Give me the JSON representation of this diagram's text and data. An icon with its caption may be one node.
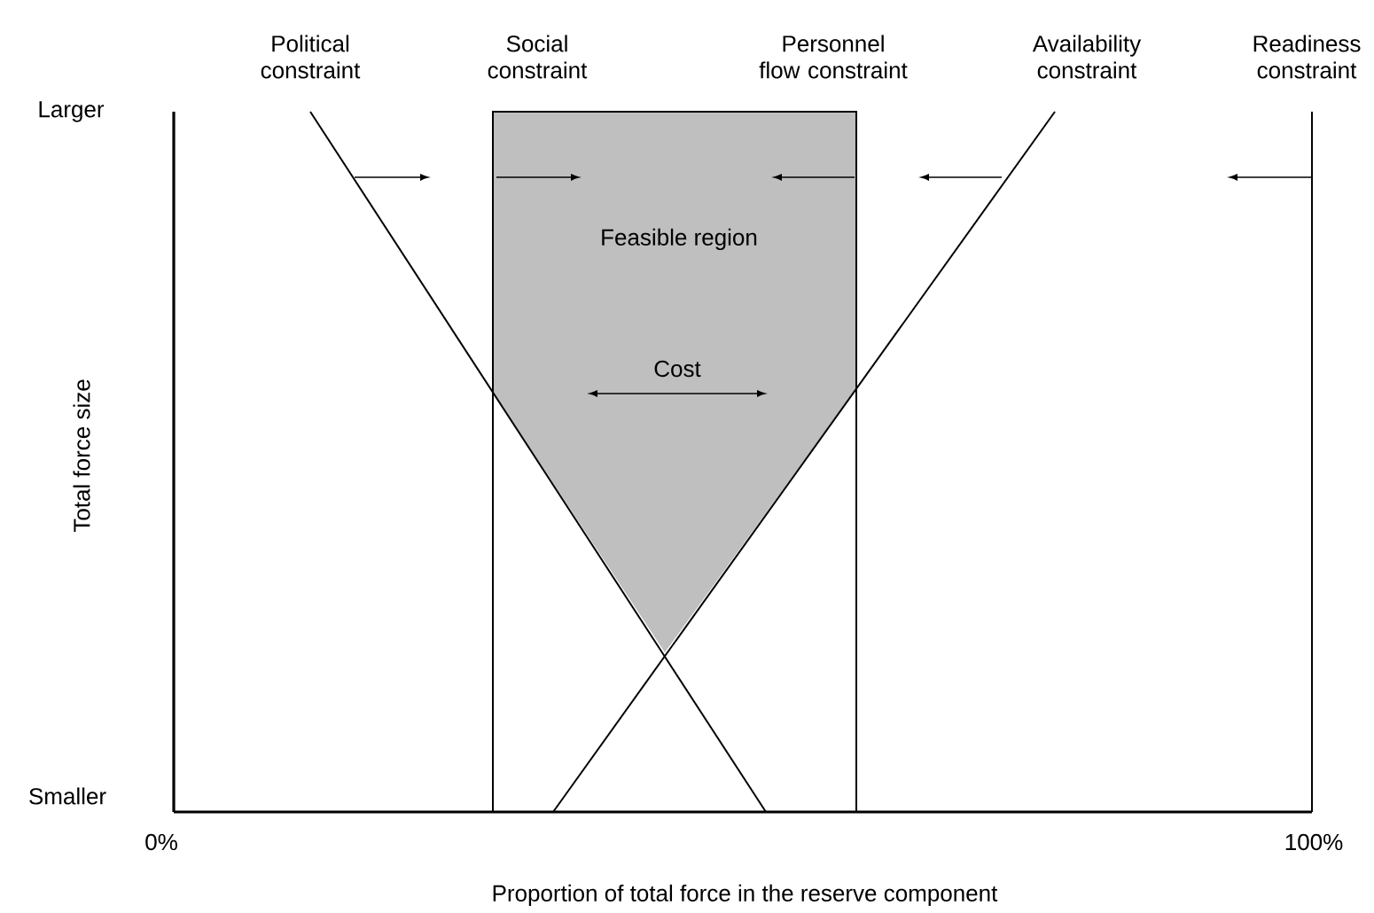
{
  "diagram": {
    "nodes": [
      {
        "text": [
          "Feasible region",
          "Cost"
        ]
      }
    ],
    "labels": [
      "Political constraint",
      "Social constraint",
      "Personnel flow constraint",
      "Availability constraint",
      "Readiness constraint",
      "Larger",
      "Total force size",
      "Smaller",
      "0%",
      "100%",
      "Proportion of total force in the reserve component"
    ]
  }
}
